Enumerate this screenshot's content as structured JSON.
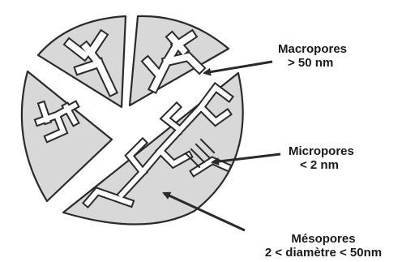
{
  "labels": {
    "macropores": {
      "title": "Macropores",
      "range": "> 50 nm"
    },
    "micropores": {
      "title": "Micropores",
      "range": "< 2 nm"
    },
    "mesopores": {
      "title": "Mésopores",
      "range": "2 < diamètre < 50nm"
    }
  },
  "colors": {
    "fill": "#d8d8d8",
    "stroke": "#2a2a2a",
    "text": "#1a1a1a"
  }
}
